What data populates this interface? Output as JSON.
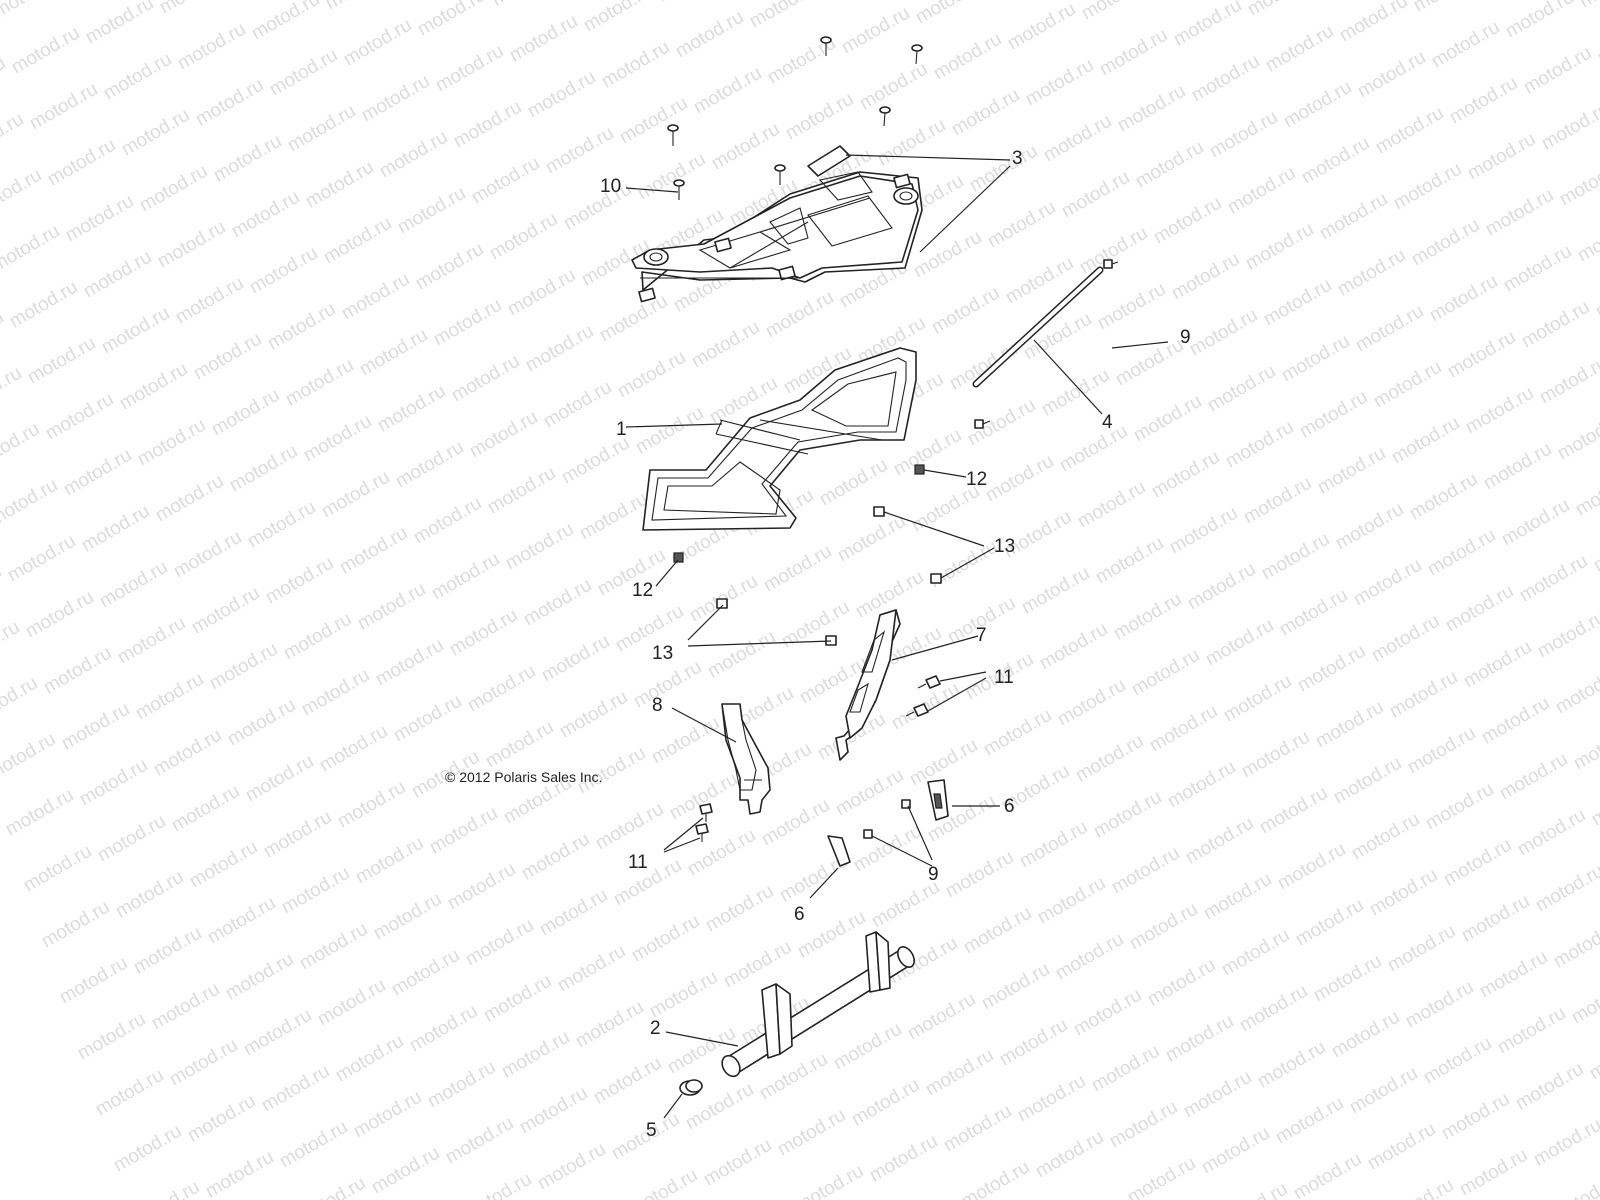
{
  "copyright": "© 2012 Polaris Sales Inc.",
  "watermark": "motod.ru",
  "callouts": [
    {
      "id": "c1",
      "label": "1"
    },
    {
      "id": "c2",
      "label": "2"
    },
    {
      "id": "c3",
      "label": "3"
    },
    {
      "id": "c4",
      "label": "4"
    },
    {
      "id": "c5",
      "label": "5"
    },
    {
      "id": "c6a",
      "label": "6"
    },
    {
      "id": "c6b",
      "label": "6"
    },
    {
      "id": "c7",
      "label": "7"
    },
    {
      "id": "c8",
      "label": "8"
    },
    {
      "id": "c9a",
      "label": "9"
    },
    {
      "id": "c9b",
      "label": "9"
    },
    {
      "id": "c10",
      "label": "10"
    },
    {
      "id": "c11a",
      "label": "11"
    },
    {
      "id": "c11b",
      "label": "11"
    },
    {
      "id": "c12a",
      "label": "12"
    },
    {
      "id": "c12b",
      "label": "12"
    },
    {
      "id": "c13a",
      "label": "13"
    },
    {
      "id": "c13b",
      "label": "13"
    }
  ]
}
